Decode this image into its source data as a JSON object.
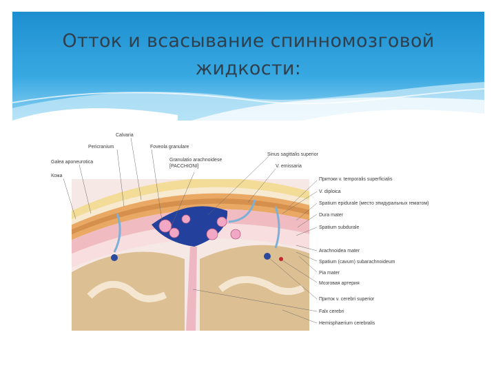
{
  "slide": {
    "title_line1": "Отток и всасывание спинномозговой",
    "title_line2": "жидкости:"
  },
  "figure": {
    "labels_left": [
      "Calvaria",
      "Pericranium",
      "Foveola granulare",
      "Galea aponeurotica",
      "Кожа"
    ],
    "label_top_center": [
      "Granulatio arachnoidese",
      "[PACCHIONI]"
    ],
    "labels_right": [
      "Sinus sagittalis superior",
      "V. emissaria",
      "Притоки v. temporalis superficialis",
      "V. diploica",
      "Spatium epidurale (место эпидуральных гематом)",
      "Dura mater",
      "Spatium subdurale",
      "Arachnoidea mater",
      "Spatium (cavum) subarachnoideum",
      "Pia mater",
      "Мозговая артерия",
      "Приток v. cerebri superior",
      "Falx cerebri",
      "Hemisphaerium cerebralis"
    ]
  },
  "colors": {
    "header_blue": "#2a9ad6",
    "title_text": "#2f3f4c",
    "scalp_yellow": "#f1d58a",
    "bone_orange": "#e8a25d",
    "dura_pink": "#f3c2c8",
    "sinus_blue": "#1f3f99",
    "brain_tan": "#d9b889"
  }
}
